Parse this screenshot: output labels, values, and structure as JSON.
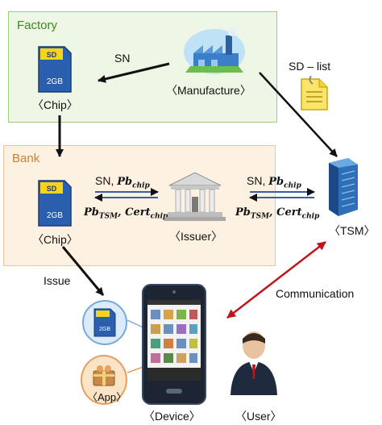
{
  "regions": {
    "factory": "Factory",
    "bank": "Bank"
  },
  "labels": {
    "sn": "SN",
    "sd_list": "SD – list",
    "issue": "Issue",
    "communication": "Communication",
    "chip_factory": "〈Chip〉",
    "chip_bank": "〈Chip〉",
    "manufacture": "〈Manufacture〉",
    "issuer": "〈Issuer〉",
    "tsm": "〈TSM〉",
    "device": "〈Device〉",
    "user": "〈User〉",
    "app": "〈App〉"
  },
  "messages": {
    "left_top": {
      "text": "SN, ",
      "var": "Pb",
      "sub": "chip"
    },
    "left_bot": {
      "var1": "Pb",
      "sub1": "TSM",
      "sep": ", ",
      "var2": "Cert",
      "sub2": "chip"
    },
    "right_top": {
      "text": "SN, ",
      "var": "Pb",
      "sub": "chip"
    },
    "right_bot": {
      "var1": "Pb",
      "sub1": "TSM",
      "sep": ", ",
      "var2": "Cert",
      "sub2": "chip"
    }
  },
  "sd_card_text": "2GB",
  "colors": {
    "factory_border": "#9ccf7a",
    "bank_border": "#f0c690",
    "comm_arrow": "#c0141b",
    "sd_card": "#2a5fae"
  },
  "icons": [
    "sd-card-icon",
    "factory-icon",
    "document-icon",
    "bank-building-icon",
    "server-tower-icon",
    "smartphone-icon",
    "user-person-icon",
    "app-gift-icon"
  ]
}
